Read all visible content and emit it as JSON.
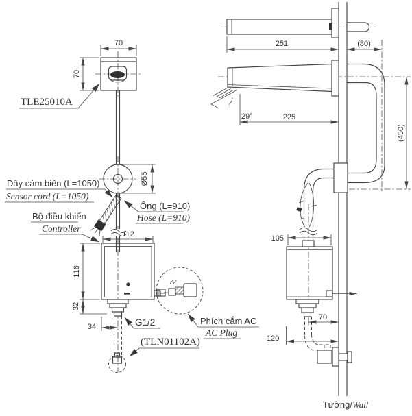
{
  "product": {
    "code": "TLE25010A",
    "spout_code": "(TLN01102A)",
    "thread_size": "G1/2"
  },
  "labels": {
    "sensor_cord_vi": "Dây cảm biến (L=1050)",
    "sensor_cord_en": "Sensor cord (L=1050)",
    "controller_vi": "Bộ điều khiển",
    "controller_en": "Controller",
    "hose_vi": "Ống (L=910)",
    "hose_en": "Hose (L=910)",
    "ac_plug_vi": "Phích cắm AC",
    "ac_plug_en": "AC Plug",
    "wall_vi": "Tường/",
    "wall_en": "Wall"
  },
  "dims": {
    "sensor_width": "70",
    "sensor_height": "70",
    "escutcheon_diameter": "Ø55",
    "controller_width": "112",
    "controller_height": "116",
    "outlet_height": "32",
    "outlet_offset": "34",
    "spout_length": "251",
    "wall_recess": "(80)",
    "spout_reach": "225",
    "stream_angle": "29°",
    "supply_height": "(450)",
    "controller_depth": "105",
    "drain_to_wall": "70",
    "controller_face_to_wall": "120"
  }
}
